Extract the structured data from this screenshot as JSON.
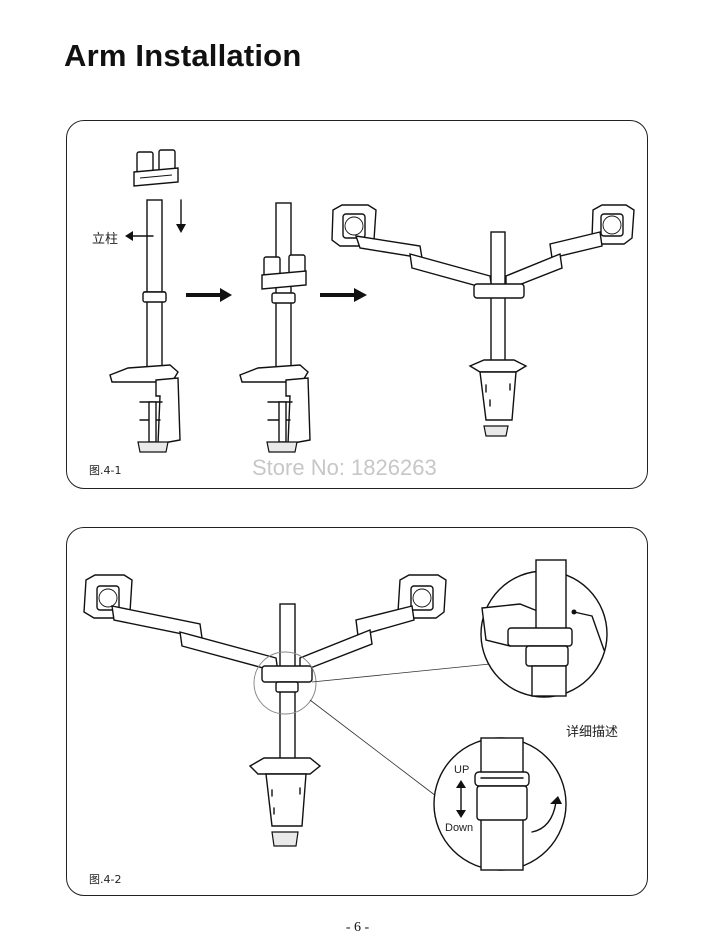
{
  "header": {
    "title": "Arm Installation"
  },
  "figure1": {
    "label": "图.4-1",
    "post_label": "立柱",
    "watermark": "Store No: 1826263"
  },
  "figure2": {
    "label": "图.4-2",
    "detail_label": "详细描述",
    "up_label": "UP",
    "down_label": "Down"
  },
  "footer": {
    "page_number": "- 6 -"
  },
  "icons": [
    "down-arrow-icon",
    "left-arrow-icon",
    "right-arrow-icon",
    "up-down-arrow-icon",
    "rotate-arrow-icon"
  ]
}
